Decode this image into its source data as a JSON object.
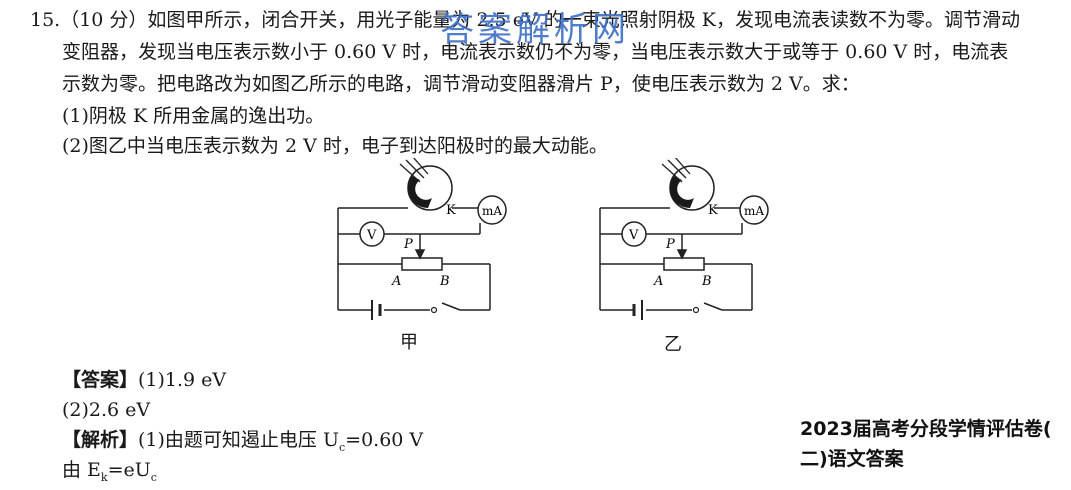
{
  "watermark": "答案解析网",
  "problem": {
    "line1": "15.（10 分）如图甲所示，闭合开关，用光子能量为 2.5 eV 的一束光照射阴极 K，发现电流表读数不为零。调节滑动",
    "line2": "变阻器，发现当电压表示数小于 0.60 V 时，电流表示数仍不为零，当电压表示数大于或等于 0.60 V 时，电流表",
    "line3": "示数为零。把电路改为如图乙所示的电路，调节滑动变阻器滑片 P，使电压表示数为 2 V。求：",
    "q1": "(1)阴极 K 所用金属的逸出功。",
    "q2": "(2)图乙中当电压表示数为 2 V 时，电子到达阳极时的最大动能。"
  },
  "figures": {
    "left": {
      "label": "甲",
      "cathode": "K",
      "ammeter": "mA",
      "voltmeter": "V",
      "slider": "P",
      "end_a": "A",
      "end_b": "B"
    },
    "right": {
      "label": "乙",
      "cathode": "K",
      "ammeter": "mA",
      "voltmeter": "V",
      "slider": "P",
      "end_a": "A",
      "end_b": "B"
    }
  },
  "answer": {
    "tag": "【答案】",
    "a1": "(1)1.9 eV",
    "a2": "(2)2.6 eV",
    "analysis_tag": "【解析】",
    "analysis1": "(1)由题可知遏止电压 U",
    "analysis1_sub": "c",
    "analysis1_tail": "=0.60 V",
    "analysis2": "由 E",
    "analysis2_sub1": "k",
    "analysis2_mid": "=eU",
    "analysis2_sub2": "c"
  },
  "footer": {
    "line1": "2023届高考分段学情评估卷(",
    "line2": "二)语文答案"
  }
}
